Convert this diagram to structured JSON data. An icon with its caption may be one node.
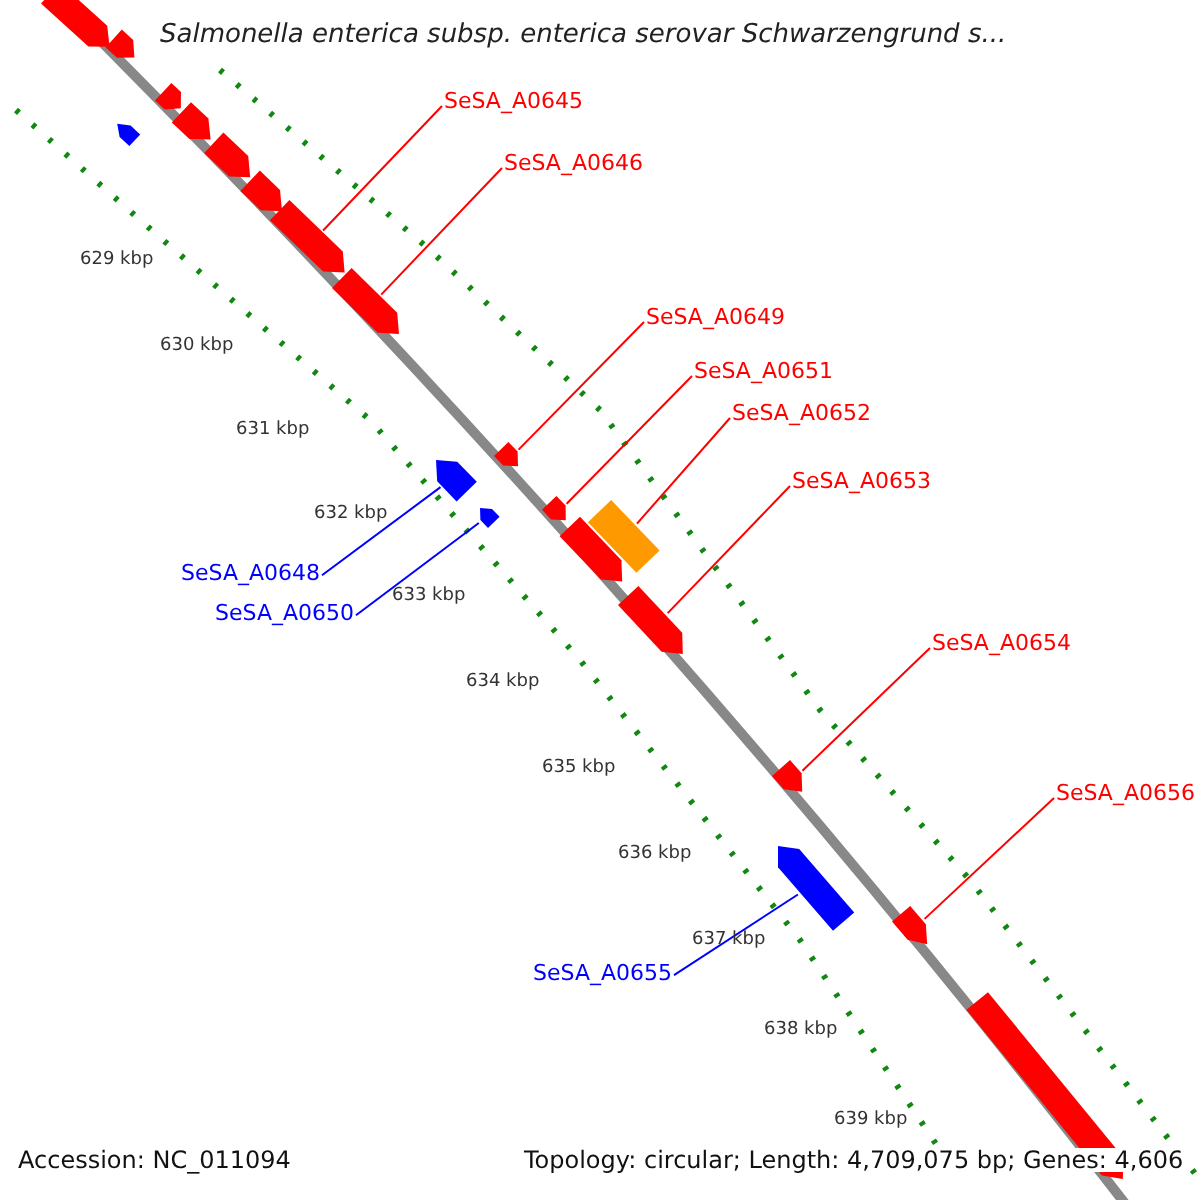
{
  "diagram": {
    "title": "Salmonella enterica subsp. enterica serovar Schwarzengrund s...",
    "nodes": [
      {
        "text": [
          "SeSA_A0645"
        ]
      },
      {
        "text": [
          "SeSA_A0646"
        ]
      },
      {
        "text": [
          "SeSA_A0649"
        ]
      },
      {
        "text": [
          "SeSA_A0651"
        ]
      },
      {
        "text": [
          "SeSA_A0652"
        ]
      },
      {
        "text": [
          "SeSA_A0653"
        ]
      },
      {
        "text": [
          "SeSA_A0648"
        ]
      },
      {
        "text": [
          "SeSA_A0650"
        ]
      },
      {
        "text": [
          "SeSA_A0654"
        ]
      },
      {
        "text": [
          "SeSA_A0656"
        ]
      },
      {
        "text": [
          "SeSA_A0655"
        ]
      },
      {
        "text": [],
        "shape": "pentagon"
      },
      {
        "text": [],
        "shape": "pentagon"
      },
      {
        "text": [],
        "shape": "pentagon"
      },
      {
        "text": [],
        "shape": "pentagon"
      },
      {
        "text": [],
        "shape": "bar"
      },
      {
        "text": [],
        "shape": "pentagon"
      },
      {
        "text": [],
        "shape": "pentagon"
      },
      {
        "text": [],
        "shape": "pentagon"
      },
      {
        "text": [],
        "shape": "pentagon"
      },
      {
        "text": [],
        "shape": "pentagon"
      },
      {
        "text": [],
        "shape": "pentagon"
      }
    ],
    "edges": [
      {
        "from": 0,
        "to": 11,
        "arrow": "none"
      },
      {
        "from": 1,
        "to": 12,
        "arrow": "none"
      },
      {
        "from": 2,
        "to": 13,
        "arrow": "none"
      },
      {
        "from": 3,
        "to": 14,
        "arrow": "none"
      },
      {
        "from": 4,
        "to": 15,
        "arrow": "none"
      },
      {
        "from": 5,
        "to": 16,
        "arrow": "none"
      },
      {
        "from": 6,
        "to": 17,
        "arrow": "none",
        "color": "#0000ff"
      },
      {
        "from": 7,
        "to": 18,
        "arrow": "none",
        "color": "#0000ff"
      },
      {
        "from": 8,
        "to": 19,
        "arrow": "none"
      },
      {
        "from": 9,
        "to": 20,
        "arrow": "none"
      },
      {
        "from": 10,
        "to": 21,
        "arrow": "none",
        "color": "#0000ff"
      }
    ],
    "labels": [
      "629 kbp",
      "630 kbp",
      "631 kbp",
      "632 kbp",
      "633 kbp",
      "634 kbp",
      "635 kbp",
      "636 kbp",
      "637 kbp",
      "638 kbp",
      "639 kbp",
      "Accession: NC_011094",
      "Topology: circular; Length: 4,709,075 bp; Genes: 4,606"
    ]
  }
}
